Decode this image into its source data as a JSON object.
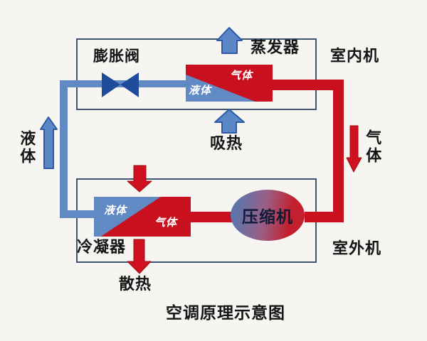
{
  "title": "空调原理示意图",
  "units": {
    "indoor": "室内机",
    "outdoor": "室外机"
  },
  "components": {
    "expansion_valve": "膨胀阀",
    "evaporator": "蒸发器",
    "condenser": "冷凝器",
    "compressor": "压缩机"
  },
  "states": {
    "evaporator_gas": "气体",
    "evaporator_liquid": "液体",
    "condenser_liquid": "液体",
    "condenser_gas": "气体",
    "left_pipe_vertical": "液体",
    "right_pipe_vertical": "气体"
  },
  "heat": {
    "absorb": "吸热",
    "dissipate": "散热"
  },
  "colors": {
    "background": "#f6f5f2",
    "pipe_blue": "#6189c4",
    "valve_dark_blue": "#1f4b9b",
    "refrigerant_red": "#c8101e",
    "arrow_blue_fill": "#5b87c7",
    "arrow_blue_stroke": "#2d5aa8",
    "arrow_red_fill": "#cf1120",
    "box_border": "#3e5472",
    "compressor_gradient_left": "#5f73a9",
    "compressor_gradient_right": "#c41f2e",
    "compressor_text": "#101b38"
  }
}
